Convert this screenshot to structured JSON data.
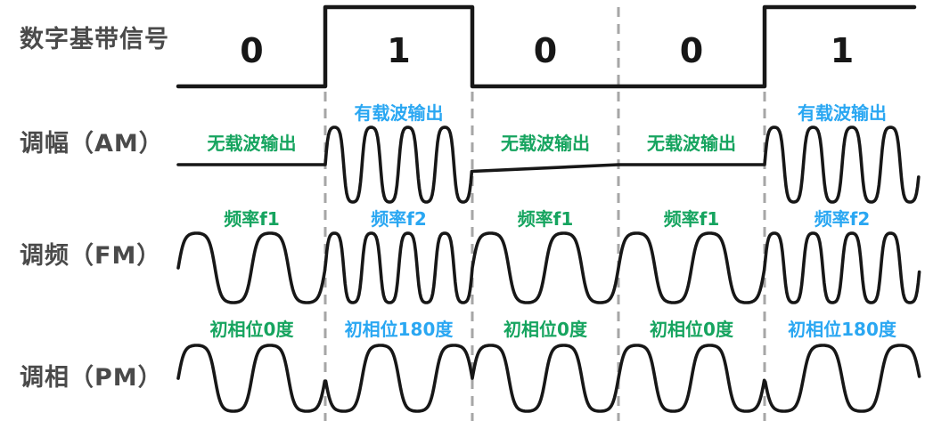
{
  "rows": {
    "baseband": {
      "label": "数字基带信号"
    },
    "am": {
      "label": "调幅（AM）"
    },
    "fm": {
      "label": "调频（FM）"
    },
    "pm": {
      "label": "调相（PM）"
    }
  },
  "bits": [
    "0",
    "1",
    "0",
    "0",
    "1"
  ],
  "annotations": {
    "am": [
      {
        "bit": 0,
        "text": "无载波输出",
        "tone": "green"
      },
      {
        "bit": 1,
        "text": "有载波输出",
        "tone": "blue"
      },
      {
        "bit": 2,
        "text": "无载波输出",
        "tone": "green"
      },
      {
        "bit": 3,
        "text": "无载波输出",
        "tone": "green"
      },
      {
        "bit": 4,
        "text": "有载波输出",
        "tone": "blue"
      }
    ],
    "fm": [
      {
        "bit": 0,
        "text": "频率f1",
        "tone": "green"
      },
      {
        "bit": 1,
        "text": "频率f2",
        "tone": "blue"
      },
      {
        "bit": 2,
        "text": "频率f1",
        "tone": "green"
      },
      {
        "bit": 3,
        "text": "频率f1",
        "tone": "green"
      },
      {
        "bit": 4,
        "text": "频率f2",
        "tone": "blue"
      }
    ],
    "pm": [
      {
        "bit": 0,
        "text": "初相位0度",
        "tone": "green"
      },
      {
        "bit": 1,
        "text": "初相位180度",
        "tone": "blue"
      },
      {
        "bit": 2,
        "text": "初相位0度",
        "tone": "green"
      },
      {
        "bit": 3,
        "text": "初相位0度",
        "tone": "green"
      },
      {
        "bit": 4,
        "text": "初相位180度",
        "tone": "blue"
      }
    ]
  },
  "signal": {
    "bits": [
      0,
      1,
      0,
      0,
      1
    ],
    "am": {
      "carrier_cycles_per_bit_one": 4,
      "bit_zero_output": "flat"
    },
    "fm": {
      "cycles_bit_zero": 2,
      "cycles_bit_one": 4
    },
    "pm": {
      "cycles_per_bit": 2,
      "phase_bit_zero_deg": 0,
      "phase_bit_one_deg": 180
    }
  },
  "colors": {
    "green": "#16a45f",
    "blue": "#2aa7f2",
    "wave": "#171717",
    "dash": "#a6a6a6",
    "row_label": "#4a4a4a",
    "digit": "#171717"
  }
}
